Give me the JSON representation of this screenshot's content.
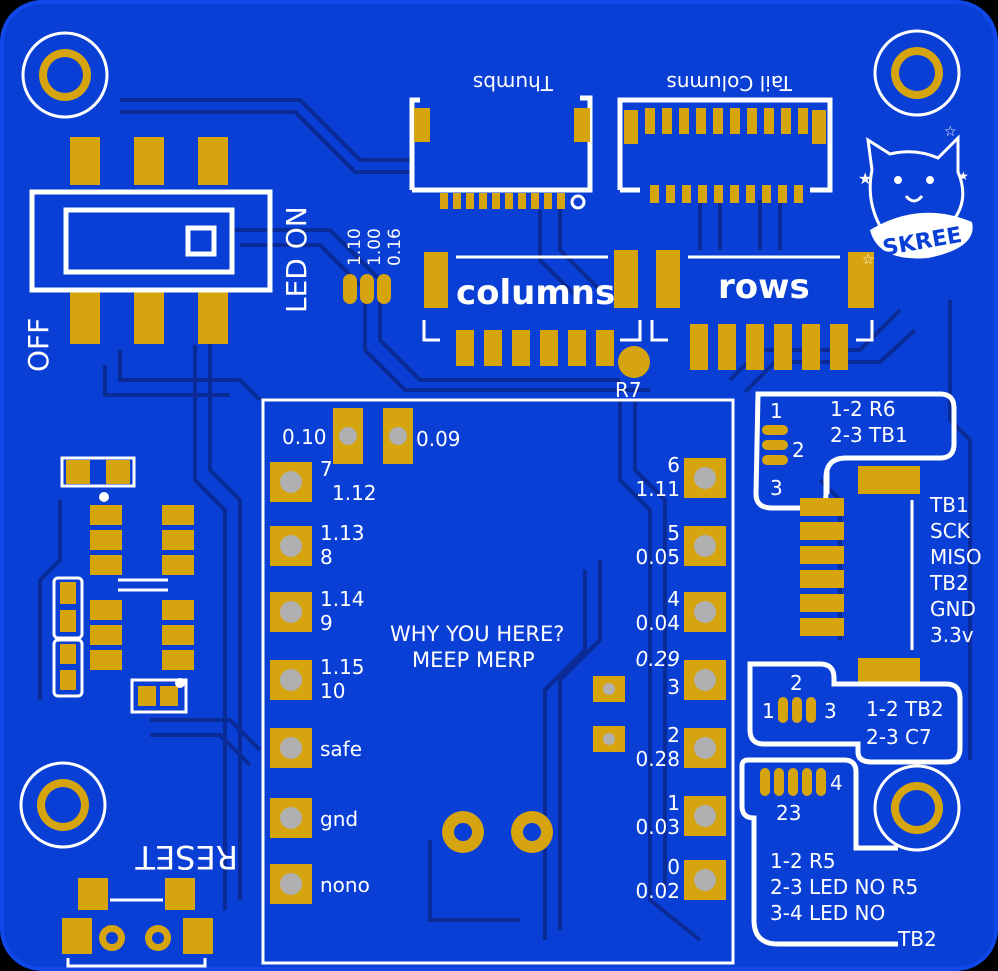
{
  "board": {
    "colors": {
      "background": "#000000",
      "board": "#0a3fd6",
      "copper": "#0d2fb8",
      "trace": "#0a2a95",
      "pad": "#d6a40e",
      "silk": "#ffffff"
    },
    "connectors": {
      "thumbs_label": "Thumbs",
      "tail_columns_label": "Tail Columns"
    },
    "labels": {
      "columns": "columns",
      "rows": "rows",
      "led_on": "LED ON",
      "off": "OFF",
      "reset": "RESET",
      "r7": "R7",
      "skree": "SKREE"
    },
    "jumper_left": [
      "1.10",
      "1.00",
      "0.16"
    ],
    "mcu": {
      "top_pads": [
        "0.10",
        "0.09"
      ],
      "left_pins": [
        {
          "num": "7",
          "alt": "1.12"
        },
        {
          "num": "1.13",
          "alt": "8"
        },
        {
          "num": "1.14",
          "alt": "9"
        },
        {
          "num": "1.15",
          "alt": "10"
        },
        {
          "num": "safe",
          "alt": ""
        },
        {
          "num": "gnd",
          "alt": ""
        },
        {
          "num": "nono",
          "alt": ""
        }
      ],
      "right_pins": [
        {
          "num": "6",
          "alt": "1.11"
        },
        {
          "num": "5",
          "alt": "0.05"
        },
        {
          "num": "4",
          "alt": "0.04"
        },
        {
          "num": "3",
          "alt": "0.29"
        },
        {
          "num": "2",
          "alt": "0.28"
        },
        {
          "num": "1",
          "alt": "0.03"
        },
        {
          "num": "0",
          "alt": "0.02"
        }
      ],
      "message_line1": "WHY YOU HERE?",
      "message_line2": "MEEP MERP"
    },
    "jumper_r6": {
      "pins": [
        "1",
        "2",
        "3"
      ],
      "notes": [
        "1-2 R6",
        "2-3 TB1"
      ]
    },
    "header_labels": [
      "TB1",
      "SCK",
      "MISO",
      "TB2",
      "GND",
      "3.3v"
    ],
    "jumper_c7": {
      "pins": [
        "1",
        "2",
        "3"
      ],
      "notes": [
        "1-2 TB2",
        "2-3 C7"
      ]
    },
    "jumper_r5": {
      "pins": [
        "23",
        "4"
      ],
      "notes": [
        "1-2 R5",
        "2-3 LED NO R5",
        "3-4 LED NO",
        "TB2"
      ]
    }
  }
}
